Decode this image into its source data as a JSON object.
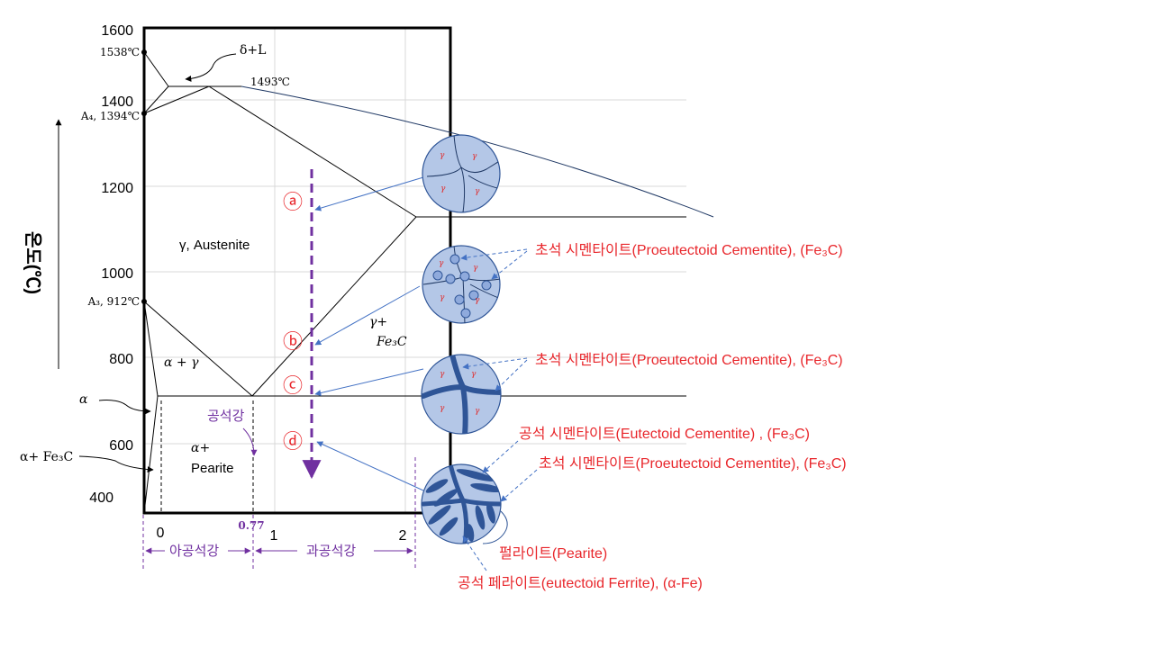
{
  "diagram": {
    "y_axis_label": "온도(℃)",
    "y_ticks": [
      "1600",
      "1400",
      "1200",
      "1000",
      "800",
      "600",
      "400"
    ],
    "x_ticks": [
      "0",
      "1",
      "2"
    ],
    "eutectoid_x": "0.77",
    "temp_labels": {
      "t1538": "1538℃",
      "t1493": "1493℃",
      "a4": "A₄, 1394℃",
      "a3": "A₃, 912℃"
    },
    "phase_labels": {
      "delta_l": "δ+L",
      "austenite": "γ, Austenite",
      "gamma_plus": "γ+",
      "fe3c": "Fe₃C",
      "alpha_gamma": "α + γ",
      "alpha": "α",
      "alpha_fe3c": "α+ Fe₃C",
      "alpha_plus": "α+",
      "pearite": "Pearite"
    },
    "steel_labels": {
      "eutectoid": "공석강",
      "hypo": "아공석강",
      "hyper": "과공석강"
    },
    "stage_markers": [
      "ⓐ",
      "ⓑ",
      "ⓒ",
      "ⓓ"
    ],
    "micro_grain_symbol": "γ",
    "annotations": {
      "proeutectoid_1": "초석 시멘타이트(Proeutectoid Cementite), (Fe₃C)",
      "proeutectoid_2": "초석 시멘타이트(Proeutectoid Cementite), (Fe₃C)",
      "eutectoid_cementite": "공석 시멘타이트(Eutectoid Cementite) , (Fe₃C)",
      "proeutectoid_3": "초석 시멘타이트(Proeutectoid Cementite), (Fe₃C)",
      "pearlite": "펄라이트(Pearite)",
      "eutectoid_ferrite": "공석 페라이트(eutectoid Ferrite), (α-Fe)"
    },
    "colors": {
      "annotation_red": "#e8262b",
      "arrow_blue": "#4472c4",
      "circle_fill": "#b4c7e7",
      "circle_stroke": "#2f5597",
      "dark_blue": "#2f5597",
      "purple": "#7030a0",
      "grain_red": "#e03030"
    }
  }
}
